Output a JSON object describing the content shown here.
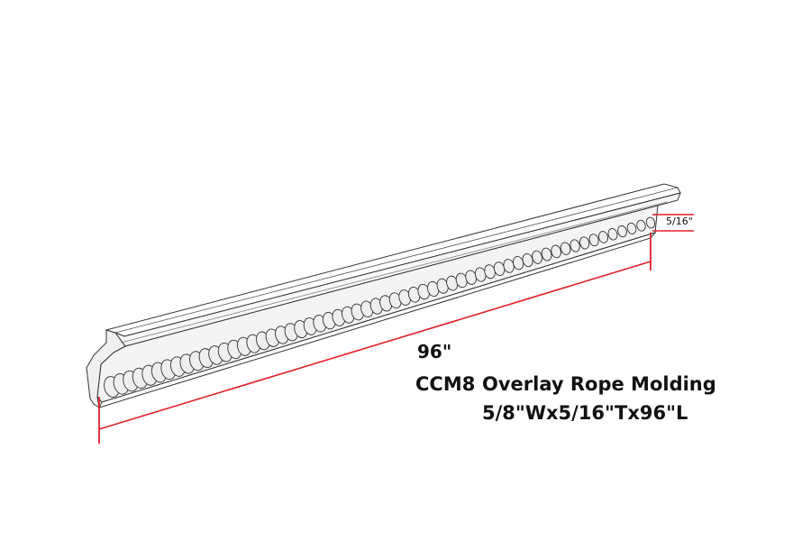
{
  "product": {
    "code": "CCM8",
    "name": "Overlay Rope Molding",
    "dimensions": "5/8\"Wx5/16\"Tx96\"L"
  },
  "dimension_labels": {
    "length": "96\"",
    "thickness": "5/16\""
  },
  "colors": {
    "dimension_line": "#e0202a",
    "outline": "#333333",
    "bead_fill": "#efefef",
    "body_fill": "#ffffff",
    "face_fill": "#f4f4f4"
  },
  "bead_count": 58
}
